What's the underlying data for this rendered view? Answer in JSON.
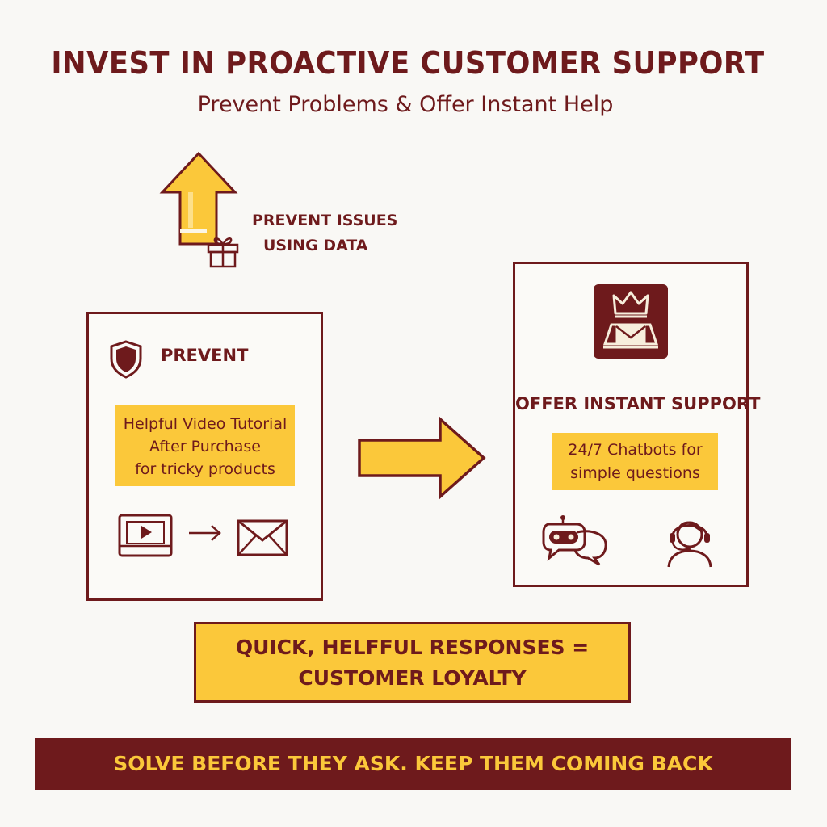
{
  "header": {
    "title": "INVEST IN PROACTIVE CUSTOMER SUPPORT",
    "subtitle": "Prevent Problems & Offer Instant Help"
  },
  "note": {
    "line1": "PREVENT ISSUES",
    "line2": "USING DATA"
  },
  "prevent_card": {
    "label": "PREVENT",
    "box_line1": "Helpful Video Tutorial",
    "box_line2": "After Purchase",
    "box_line3": "for tricky products"
  },
  "offer_card": {
    "label": "OFFER INSTANT SUPPORT",
    "box_line1": "24/7 Chatbots for",
    "box_line2": "simple questions"
  },
  "loyalty": {
    "line1": "QUICK, HELFFUL RESPONSES =",
    "line2": "CUSTOMER LOYALTY"
  },
  "footer": {
    "text": "SOLVE BEFORE THEY ASK. KEEP THEM COMING BACK"
  },
  "colors": {
    "maroon": "#6e1a1c",
    "yellow": "#fbc83a",
    "background": "#f9f8f5"
  },
  "icons": {
    "up_arrow": "up-arrow-icon",
    "gift": "gift-icon",
    "shield": "shield-icon",
    "video": "video-play-icon",
    "arrow": "right-arrow-icon",
    "envelope": "envelope-icon",
    "crown_mail": "crown-envelope-icon",
    "chatbot": "chatbot-icon",
    "agent": "headset-agent-icon"
  }
}
